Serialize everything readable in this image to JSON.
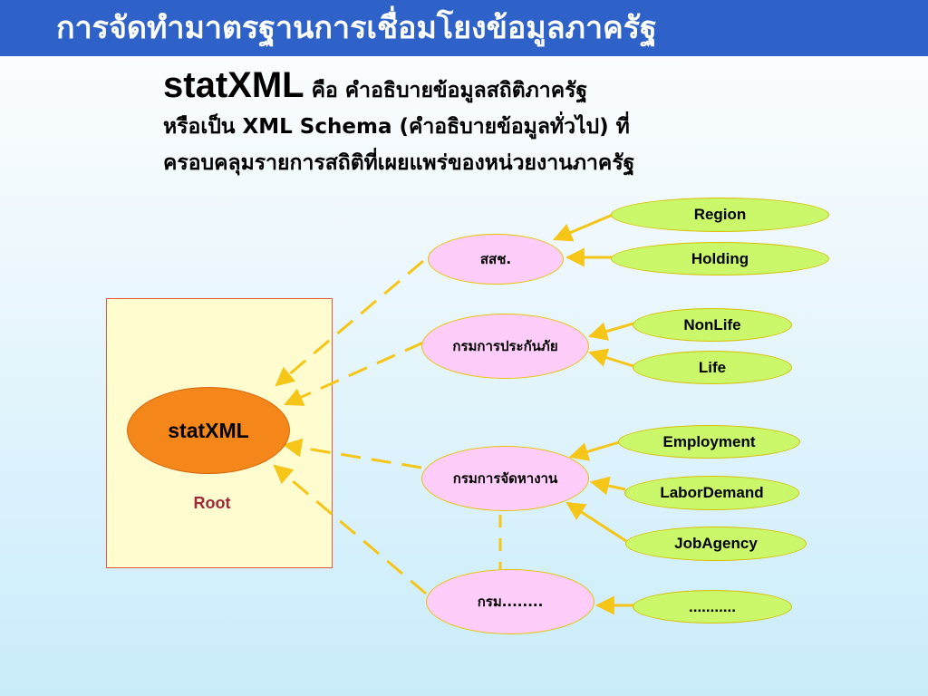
{
  "title": "การจัดทำมาตรฐานการเชื่อมโยงข้อมูลภาครัฐ",
  "intro": {
    "term": "statXML",
    "line1_rest": " คือ คำอธิบายข้อมูลสถิติภาครัฐ",
    "line2": "หรือเป็น XML Schema (คำอธิบายข้อมูลทั่วไป) ที่",
    "line3": "ครอบคลุมรายการสถิติที่เผยแพร่ของหน่วยงานภาครัฐ"
  },
  "diagram": {
    "root": {
      "label": "statXML",
      "caption": "Root"
    },
    "agencies": [
      {
        "label": "สสช.",
        "children": [
          "Region",
          "Holding"
        ]
      },
      {
        "label": "กรมการประกันภัย",
        "children": [
          "NonLife",
          "Life"
        ]
      },
      {
        "label": "กรมการจัดหางาน",
        "children": [
          "Employment",
          "LaborDemand",
          "JobAgency"
        ]
      },
      {
        "label": "กรม........",
        "children": [
          "..........."
        ]
      }
    ]
  },
  "colors": {
    "title_bar": "#2e62c8",
    "root_node": "#f5861a",
    "agency_node": "#fecdfa",
    "leaf_node": "#cbf86a",
    "connector": "#f5c518",
    "root_caption": "#9e2a3a"
  }
}
